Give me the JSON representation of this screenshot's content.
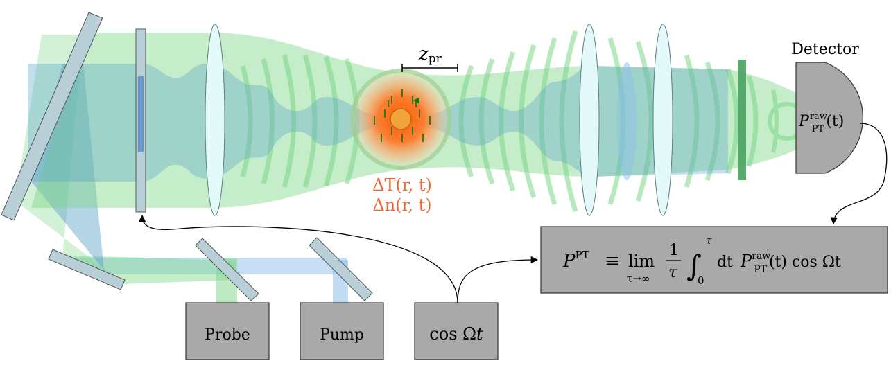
{
  "labels": {
    "detector": "Detector",
    "probe": "Probe",
    "pump": "Pump",
    "z": "z",
    "z_sub": "pr",
    "modulation_pre": "cos ",
    "modulation_omega": "Ω",
    "modulation_t": "t",
    "delta_T": "ΔT(r, t)",
    "delta_n": "Δn(r, t)",
    "detector_P": "P",
    "detector_P_sup": "raw",
    "detector_P_sub": "PT",
    "detector_P_arg": "(t)",
    "formula": {
      "lhs": "P",
      "lhs_sup": "PT",
      "equiv": "≡",
      "lim": "lim",
      "lim_sub": "τ→∞",
      "frac_num": "1",
      "frac_den": "τ",
      "integral": "∫",
      "int_upper": "τ",
      "int_lower": "0",
      "dt": "dt",
      "P": "P",
      "P_sup": "raw",
      "P_sub": "PT",
      "arg": "(t) cos Ωt"
    }
  },
  "colors": {
    "probe_beam": "#7ed68a",
    "pump_beam": "#8ec0ea",
    "box_fill": "#a9a9a9",
    "heat_label": "#ee6633",
    "heat_core": "#ff6a1a",
    "arrow_green": "#1a7a1a"
  }
}
